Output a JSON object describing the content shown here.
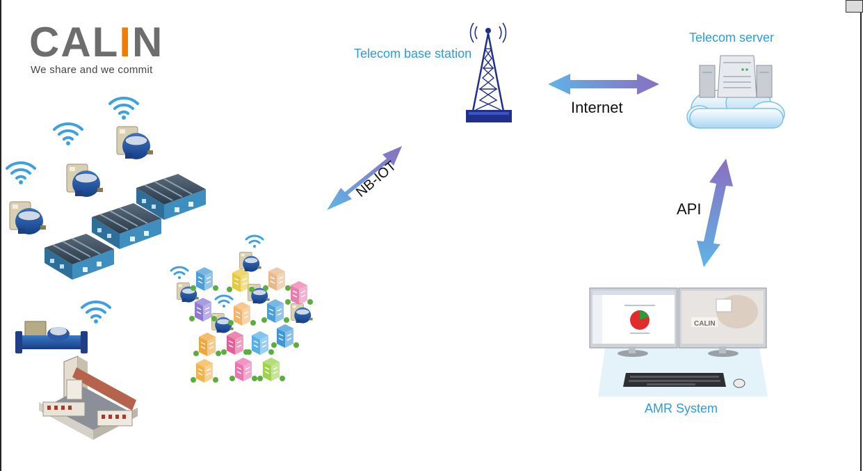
{
  "brand": {
    "logo_prefix": "CAL",
    "logo_accent": "I",
    "logo_suffix": "N",
    "tagline": "We share and we commit",
    "accent_color": "#f07d00",
    "logo_color": "#6d6d6d"
  },
  "nodes": {
    "base_station": "Telecom base station",
    "server": "Telecom server",
    "amr": "AMR System"
  },
  "links": {
    "nbiot": "NB-IOT",
    "internet": "Internet",
    "api": "API"
  },
  "screen_logo": "CALIN",
  "colors": {
    "label_blue": "#2f9bd6",
    "arrow_start": "#5fb3e8",
    "arrow_end": "#8a6fc0"
  },
  "icons": [
    "wifi-icon",
    "water-meter-icon",
    "factory-icon",
    "city-building-icon",
    "tower-icon",
    "server-icon",
    "computer-monitor-icon"
  ]
}
